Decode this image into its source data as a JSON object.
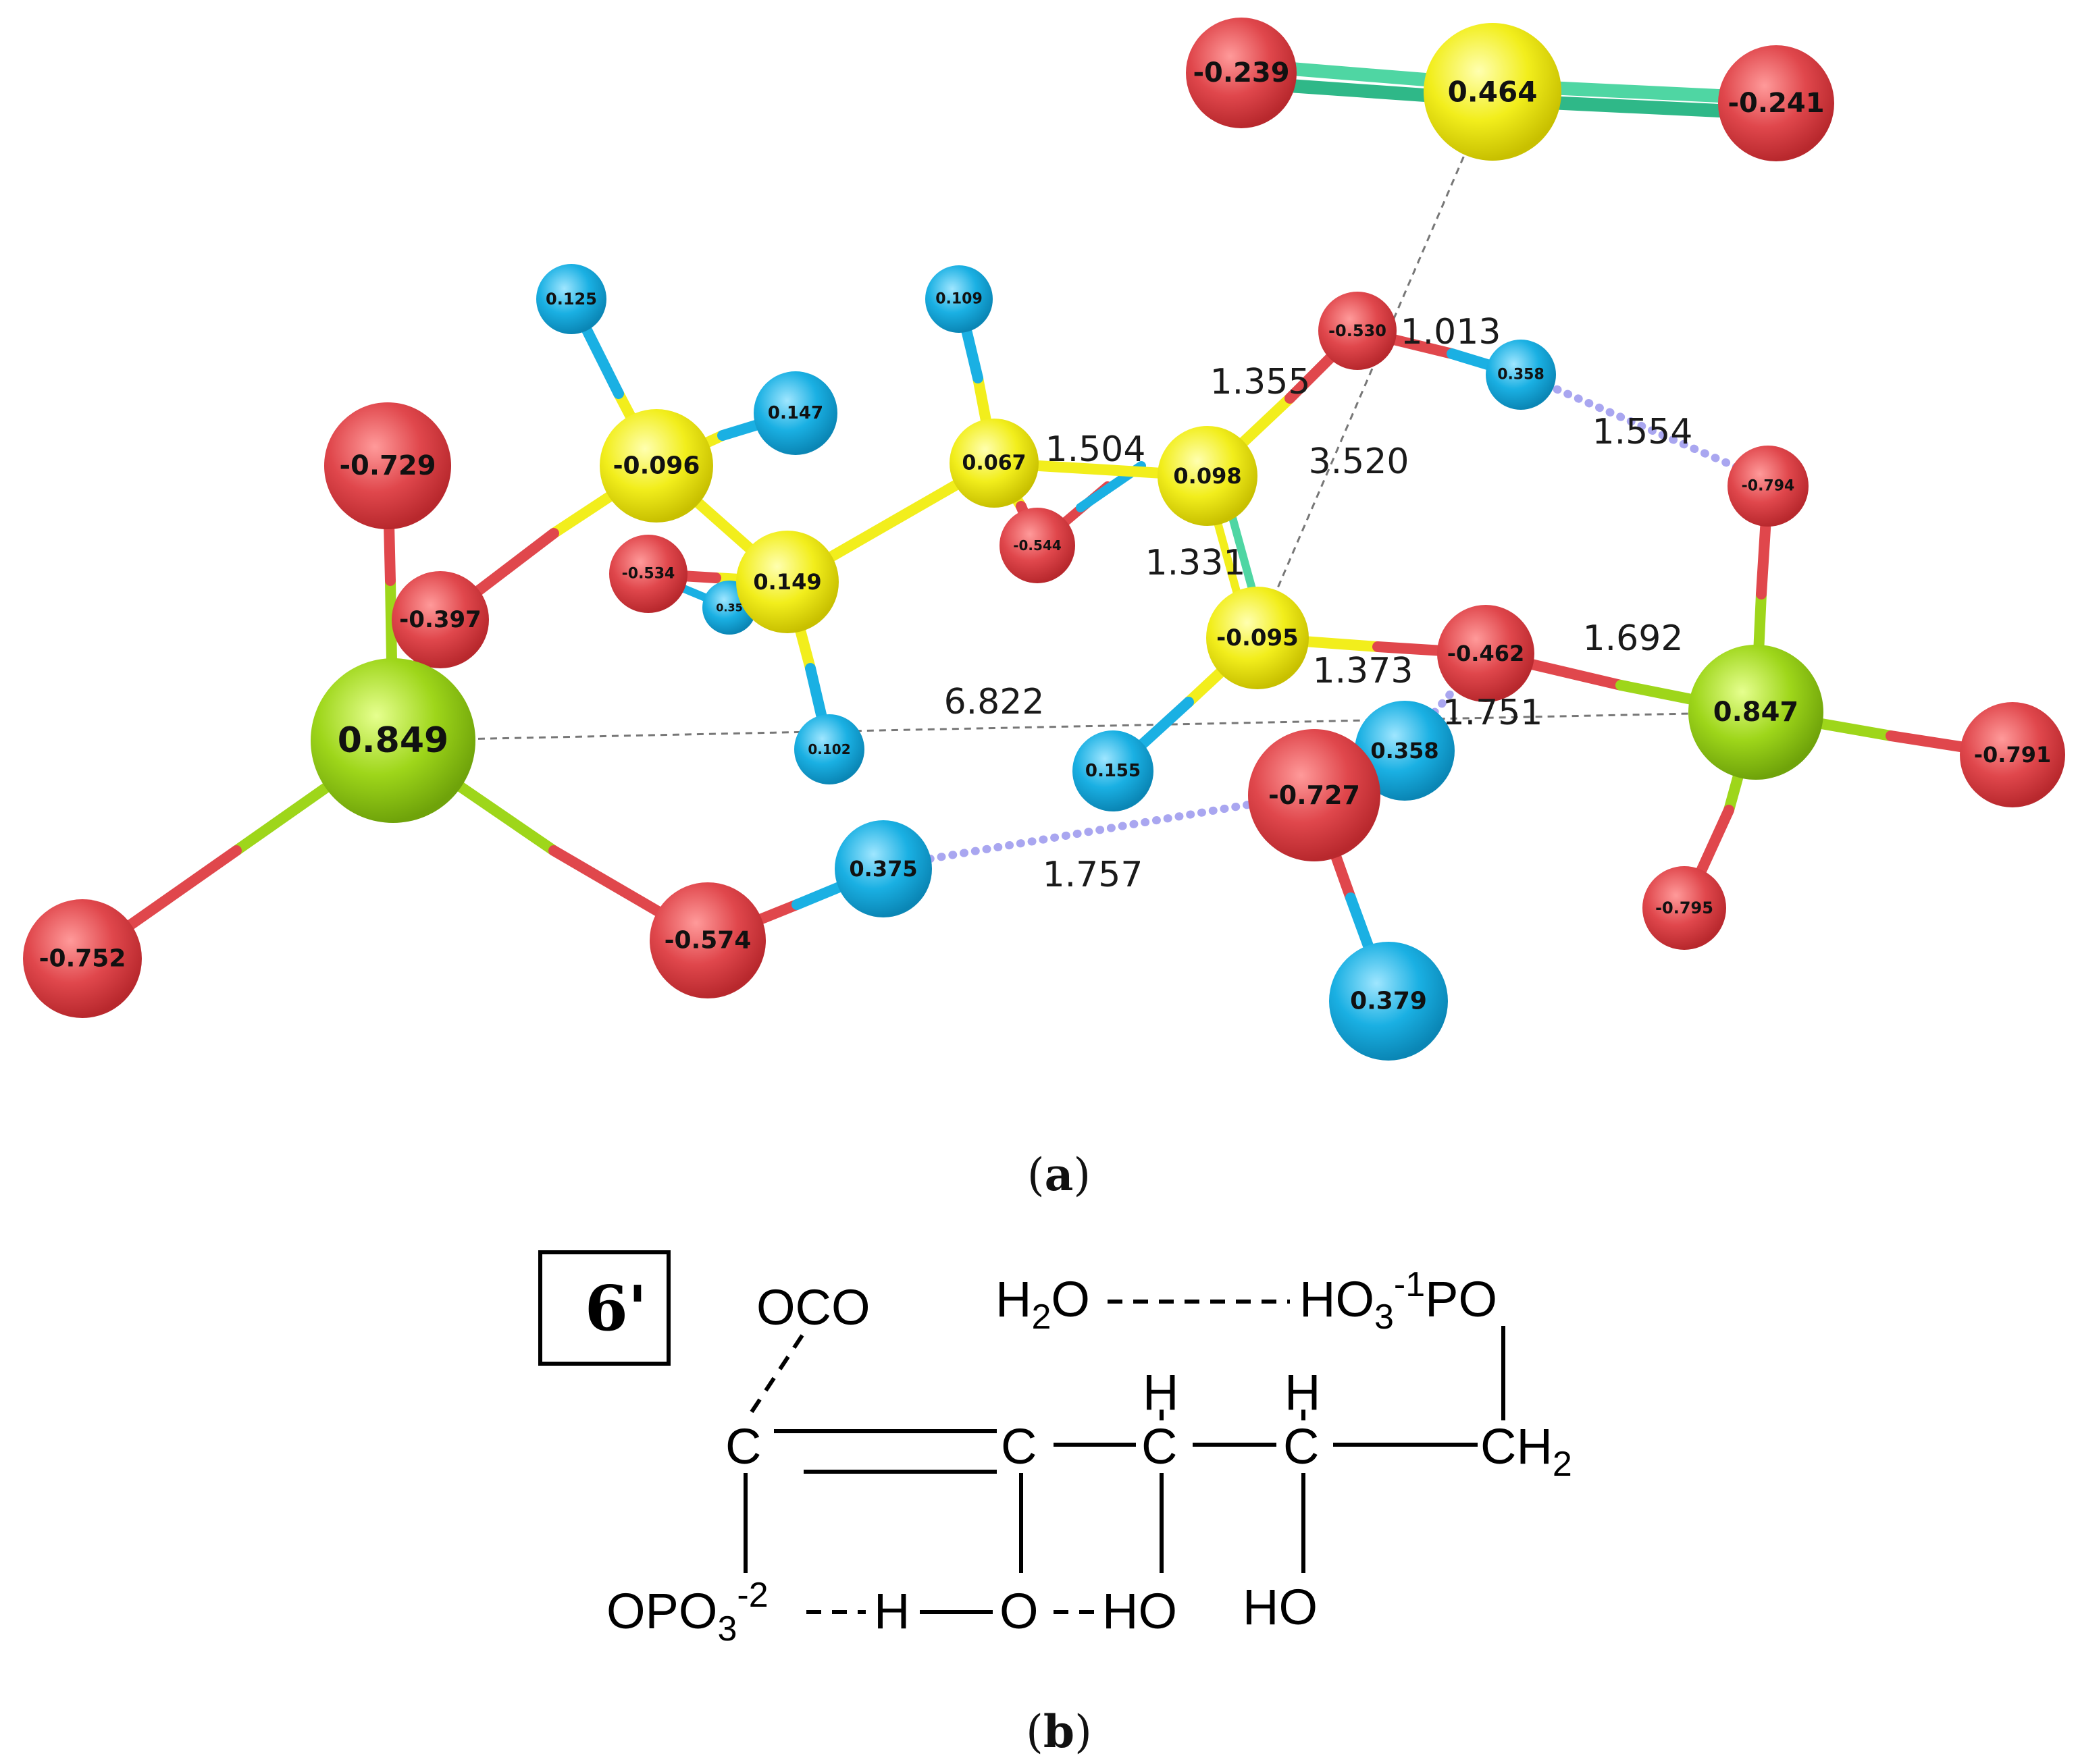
{
  "colors": {
    "oxygen": "#e0474c",
    "carbon": "#f2ee1c",
    "hydrogen": "#1ab0e3",
    "phosphorus": "#9ed61a",
    "carbon_dioxide_bond": "#4fd6a3",
    "hbond": "#a9a6f0"
  },
  "panel_a": {
    "caption_open": "(",
    "caption_letter": "a",
    "caption_close": ")",
    "atoms": [
      {
        "id": "co2_o1",
        "element": "O",
        "charge": "-0.239"
      },
      {
        "id": "co2_c",
        "element": "C",
        "charge": "0.464"
      },
      {
        "id": "co2_o2",
        "element": "O",
        "charge": "-0.241"
      },
      {
        "id": "h_125",
        "element": "H",
        "charge": "0.125"
      },
      {
        "id": "h_109",
        "element": "H",
        "charge": "0.109"
      },
      {
        "id": "h_147",
        "element": "H",
        "charge": "0.147"
      },
      {
        "id": "o_530",
        "element": "O",
        "charge": "-0.530"
      },
      {
        "id": "h_358a",
        "element": "H",
        "charge": "0.358"
      },
      {
        "id": "o_729",
        "element": "O",
        "charge": "-0.729"
      },
      {
        "id": "c_096",
        "element": "C",
        "charge": "-0.096"
      },
      {
        "id": "c_067",
        "element": "C",
        "charge": "0.067"
      },
      {
        "id": "c_098",
        "element": "C",
        "charge": "0.098"
      },
      {
        "id": "o_794",
        "element": "O",
        "charge": "-0.794"
      },
      {
        "id": "o_544",
        "element": "O",
        "charge": "-0.544"
      },
      {
        "id": "o_534",
        "element": "O",
        "charge": "-0.534"
      },
      {
        "id": "h_35",
        "element": "H",
        "charge": "0.35"
      },
      {
        "id": "c_149",
        "element": "C",
        "charge": "0.149"
      },
      {
        "id": "o_397",
        "element": "O",
        "charge": "-0.397"
      },
      {
        "id": "c_095",
        "element": "C",
        "charge": "-0.095"
      },
      {
        "id": "o_462",
        "element": "O",
        "charge": "-0.462"
      },
      {
        "id": "p_849",
        "element": "P",
        "charge": "0.849"
      },
      {
        "id": "p_847",
        "element": "P",
        "charge": "0.847"
      },
      {
        "id": "h_102",
        "element": "H",
        "charge": "0.102"
      },
      {
        "id": "h_155",
        "element": "H",
        "charge": "0.155"
      },
      {
        "id": "h_358b",
        "element": "H",
        "charge": "0.358"
      },
      {
        "id": "o_727",
        "element": "O",
        "charge": "-0.727"
      },
      {
        "id": "o_791",
        "element": "O",
        "charge": "-0.791"
      },
      {
        "id": "h_375",
        "element": "H",
        "charge": "0.375"
      },
      {
        "id": "o_795",
        "element": "O",
        "charge": "-0.795"
      },
      {
        "id": "o_752",
        "element": "O",
        "charge": "-0.752"
      },
      {
        "id": "o_574",
        "element": "O",
        "charge": "-0.574"
      },
      {
        "id": "h_379",
        "element": "H",
        "charge": "0.379"
      }
    ],
    "distances": [
      {
        "id": "d_1013",
        "value": "1.013"
      },
      {
        "id": "d_1355",
        "value": "1.355"
      },
      {
        "id": "d_1554",
        "value": "1.554"
      },
      {
        "id": "d_1504",
        "value": "1.504"
      },
      {
        "id": "d_3520",
        "value": "3.520"
      },
      {
        "id": "d_1331",
        "value": "1.331"
      },
      {
        "id": "d_1692",
        "value": "1.692"
      },
      {
        "id": "d_6822",
        "value": "6.822"
      },
      {
        "id": "d_1373",
        "value": "1.373"
      },
      {
        "id": "d_1751",
        "value": "1.751"
      },
      {
        "id": "d_1757",
        "value": "1.757"
      }
    ]
  },
  "panel_b": {
    "caption_open": "(",
    "caption_letter": "b",
    "caption_close": ")",
    "structure_label": "6'",
    "groups": {
      "oco": "OCO",
      "h2o_h": "H",
      "h2o_sub": "2",
      "h2o_o": "O",
      "ho3_left": "HO",
      "ho3_sub": "3",
      "ho3_sup": "-1",
      "ho3_right": "PO",
      "c1": "C",
      "c2": "C",
      "c3": "C",
      "c4": "C",
      "h3": "H",
      "h4": "H",
      "ch2_left": "CH",
      "ch2_sub": "2",
      "opo3_left": "OPO",
      "opo3_sub": "3",
      "opo3_sup": "-2",
      "h_bridge": "H",
      "o_ring": "O",
      "ho_a": "HO",
      "ho_b": "HO"
    }
  }
}
